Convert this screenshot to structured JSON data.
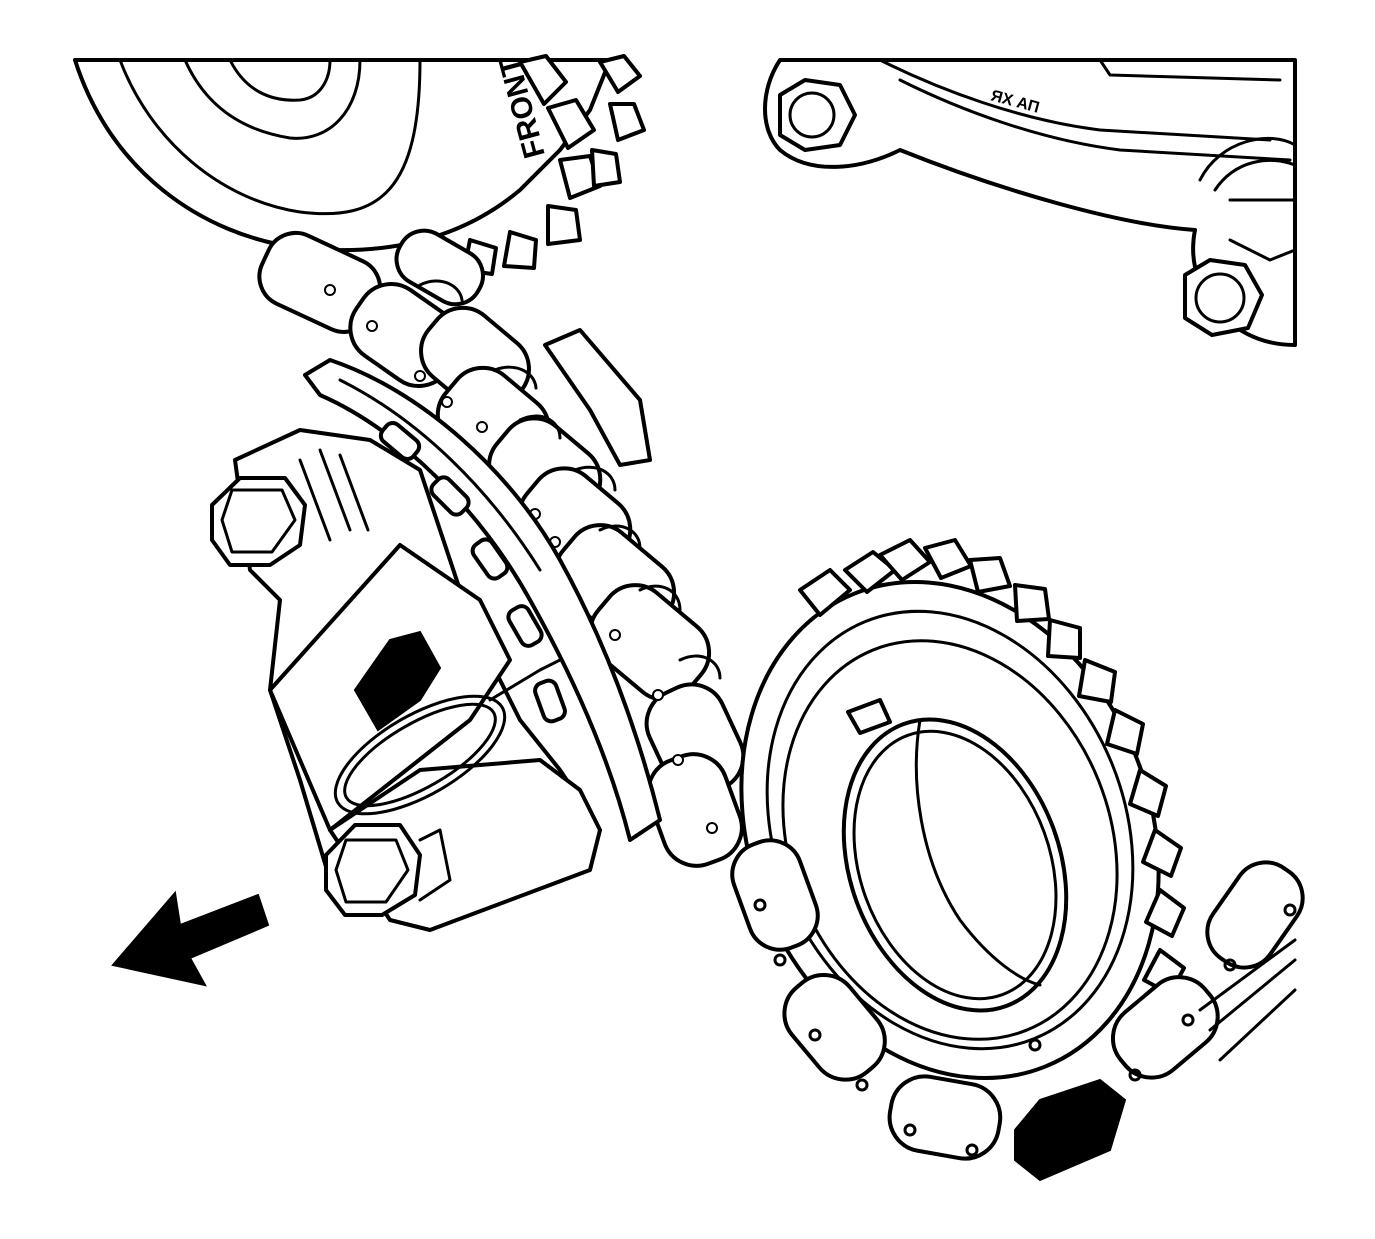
{
  "figure": {
    "parts": [
      "upper-intake-camshaft-sprocket",
      "upper-exhaust-camshaft-sprocket",
      "timing-chain",
      "timing-chain-tensioner",
      "tensioner-shoe",
      "tensioner-retaining-wire",
      "tensioner-bolt-upper",
      "tensioner-bolt-lower",
      "lower-crankshaft-sprocket",
      "direction-arrow"
    ],
    "sprocket_emboss_text": "FRONT",
    "arrow_direction": "down-left",
    "colors": {
      "line": "#000000",
      "fill": "#ffffff"
    }
  }
}
